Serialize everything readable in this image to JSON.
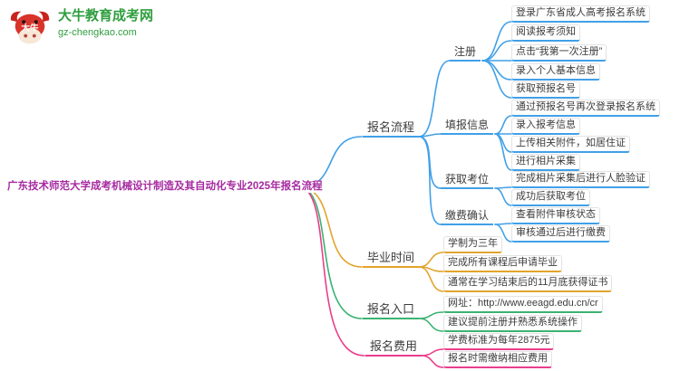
{
  "site": {
    "name": "大牛教育成考网",
    "domain": "gz-chengkao.com"
  },
  "colors": {
    "flow_branch": "#41a0e8",
    "graduation_branch": "#e2a42c",
    "entrance_branch": "#3cb272",
    "fee_branch": "#ea3e8c",
    "brand_green": "#2f9e3f",
    "brand_red": "#d9342b",
    "root_text": "#a62aa0"
  },
  "mindmap": {
    "root": "广东技术师范大学成考机械设计制造及其自动化专业2025年报名流程",
    "branches": [
      {
        "label": "报名流程",
        "color": "#41a0e8",
        "children": [
          {
            "label": "注册",
            "leaves": [
              "登录广东省成人高考报名系统",
              "阅读报考须知",
              "点击“我第一次注册”",
              "录入个人基本信息",
              "获取预报名号"
            ]
          },
          {
            "label": "填报信息",
            "leaves": [
              "通过预报名号再次登录报名系统",
              "录入报考信息",
              "上传相关附件，如居住证",
              "进行相片采集"
            ]
          },
          {
            "label": "获取考位",
            "leaves": [
              "完成相片采集后进行人脸验证",
              "成功后获取考位"
            ]
          },
          {
            "label": "缴费确认",
            "leaves": [
              "查看附件审核状态",
              "审核通过后进行缴费"
            ]
          }
        ]
      },
      {
        "label": "毕业时间",
        "color": "#e2a42c",
        "leaves": [
          "学制为三年",
          "完成所有课程后申请毕业",
          "通常在学习结束后的11月底获得证书"
        ]
      },
      {
        "label": "报名入口",
        "color": "#3cb272",
        "leaves": [
          "网址：http://www.eeagd.edu.cn/cr",
          "建议提前注册并熟悉系统操作"
        ]
      },
      {
        "label": "报名费用",
        "color": "#ea3e8c",
        "leaves": [
          "学费标准为每年2875元",
          "报名时需缴纳相应费用"
        ]
      }
    ]
  }
}
